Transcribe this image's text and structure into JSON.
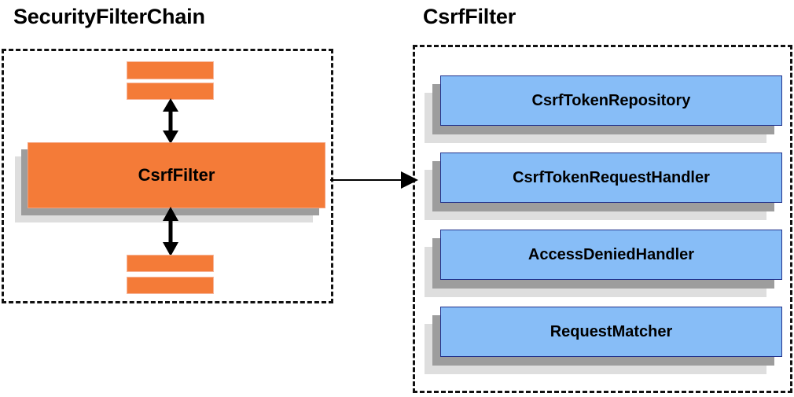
{
  "panels": {
    "left": {
      "title": "SecurityFilterChain",
      "main_block": {
        "label": "CsrfFilter",
        "fill_color": "#f47b38",
        "border_color": "#f4a07a"
      },
      "filter_bars": [
        {
          "name": "filter-bar-top-1"
        },
        {
          "name": "filter-bar-top-2"
        },
        {
          "name": "filter-bar-bottom-1"
        },
        {
          "name": "filter-bar-bottom-2"
        }
      ],
      "arrows": {
        "upper": "double-headed-vertical-arrow",
        "lower": "double-headed-vertical-arrow"
      }
    },
    "right": {
      "title": "CsrfFilter",
      "blocks": [
        {
          "label": "CsrfTokenRepository"
        },
        {
          "label": "CsrfTokenRequestHandler"
        },
        {
          "label": "AccessDeniedHandler"
        },
        {
          "label": "RequestMatcher"
        }
      ],
      "block_fill_color": "#87bdf7",
      "block_border_color": "#23338c"
    }
  },
  "connector": {
    "name": "right-arrow-connector",
    "from": "SecurityFilterChain",
    "to": "CsrfFilter"
  },
  "colors": {
    "orange": "#f47b38",
    "blue": "#87bdf7",
    "shadow_near": "#9d9d9d",
    "shadow_far": "#dedede",
    "outline": "#111111",
    "background": "#ffffff"
  }
}
